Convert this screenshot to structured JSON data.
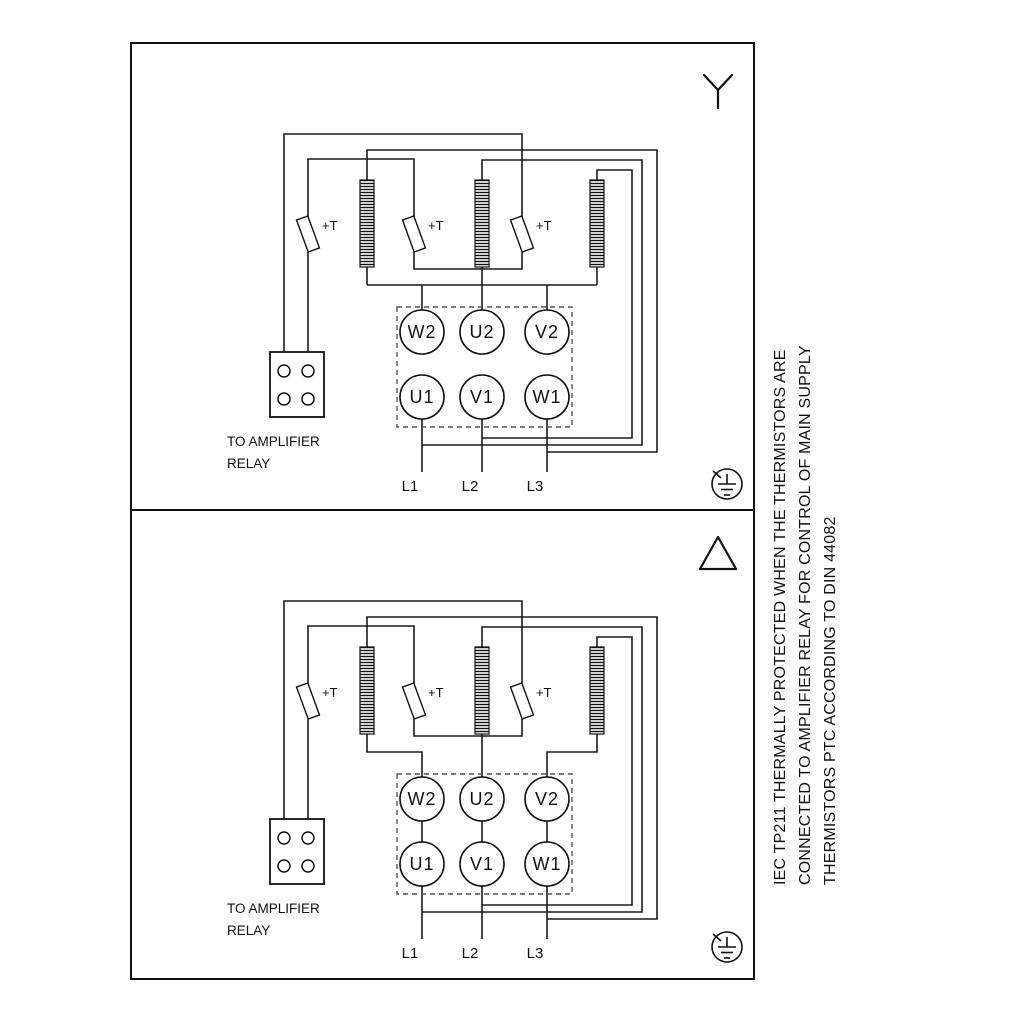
{
  "side_note": {
    "lines": [
      "IEC TP211 THERMALLY PROTECTED WHEN THE THERMISTORS ARE",
      "CONNECTED TO AMPLIFIER RELAY FOR CONTROL OF MAIN SUPPLY",
      "THERMISTORS PTC ACCORDING TO DIN 44082"
    ]
  },
  "panels": {
    "star": {
      "connection": "star",
      "thermistor_labels": [
        "+T",
        "+T",
        "+T"
      ],
      "terminals": {
        "top": [
          "W2",
          "U2",
          "V2"
        ],
        "bottom": [
          "U1",
          "V1",
          "W1"
        ]
      },
      "supply_lines": [
        "L1",
        "L2",
        "L3"
      ],
      "relay_note": {
        "line1": "TO AMPLIFIER",
        "line2": "RELAY"
      }
    },
    "delta": {
      "connection": "delta",
      "thermistor_labels": [
        "+T",
        "+T",
        "+T"
      ],
      "terminals": {
        "top": [
          "W2",
          "U2",
          "V2"
        ],
        "bottom": [
          "U1",
          "V1",
          "W1"
        ]
      },
      "supply_lines": [
        "L1",
        "L2",
        "L3"
      ],
      "relay_note": {
        "line1": "TO AMPLIFIER",
        "line2": "RELAY"
      }
    }
  },
  "colors": {
    "line": "#1a1a1a",
    "background": "#ffffff"
  }
}
